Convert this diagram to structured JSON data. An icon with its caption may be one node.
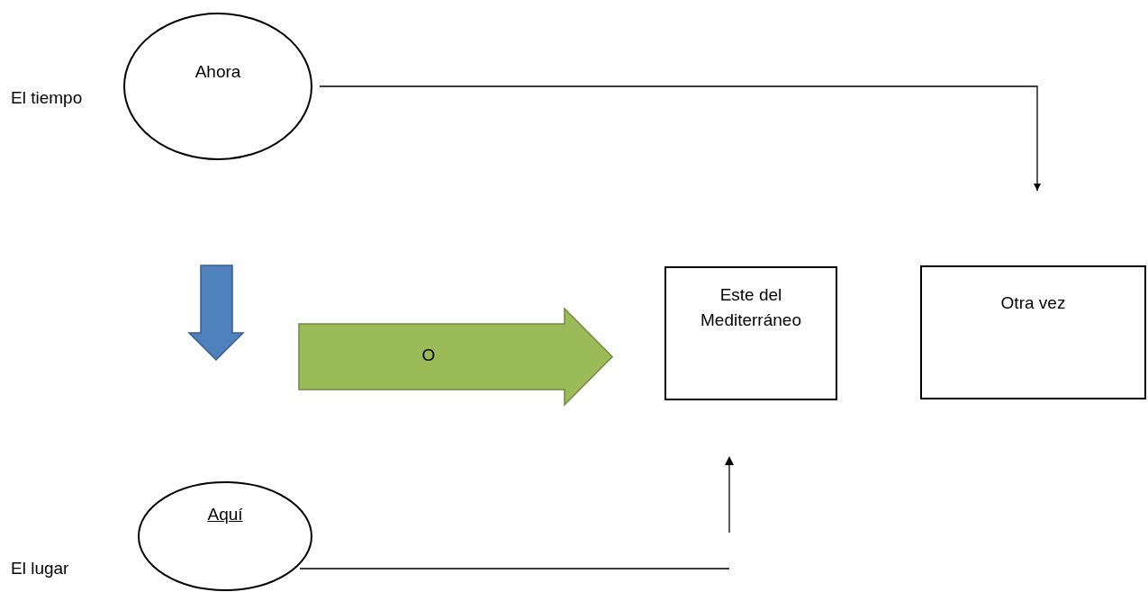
{
  "diagram": {
    "nodes": [
      {
        "text": [
          "Ahora"
        ]
      },
      {
        "text": [],
        "shape": "arrow"
      },
      {
        "text": [
          "O"
        ]
      },
      {
        "text": [
          "Este del Mediterráneo"
        ]
      },
      {
        "text": [
          "Otra vez"
        ]
      },
      {
        "text": [
          "Aquí"
        ]
      }
    ],
    "edges": [
      {
        "from": 0,
        "to": null,
        "arrow": "to"
      },
      {
        "from": 5,
        "to": null,
        "arrow": "none"
      }
    ],
    "labels": [
      "El tiempo",
      "El lugar"
    ]
  }
}
